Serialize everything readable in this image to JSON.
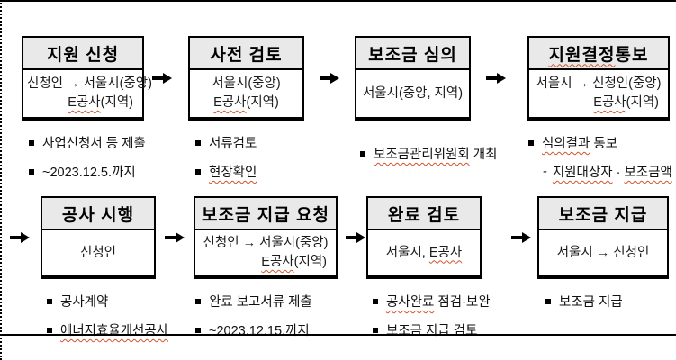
{
  "colors": {
    "box_header_bg": "#e9e9e9",
    "box_border": "#000000",
    "wavy_underline": "#cf5429",
    "page_bg": "#ffffff"
  },
  "icons": {
    "arrow_right_icon": "➔",
    "square_bullet_icon": "▪"
  },
  "row1": {
    "box1": {
      "title": "지원 신청",
      "body_line1": "신청인 → 서울시(중앙)",
      "body_line2_wavy": "E공사",
      "body_line2_rest": "(지역)",
      "bullets": {
        "b1": "사업신청서 등 제출",
        "b2": "~2023.12.5.까지"
      }
    },
    "box2": {
      "title": "사전 검토",
      "body_line1": "서울시(중앙)",
      "body_line2_wavy": "E공사",
      "body_line2_rest": "(지역)",
      "bullets": {
        "b1": "서류검토",
        "b2_wavy": "현장확인"
      }
    },
    "box3": {
      "title": "보조금 심의",
      "body_line1": "서울시(중앙, 지역)",
      "bullets": {
        "b1_wavy": "보조금관리위원회",
        "b1_rest": " 개최"
      }
    },
    "box4": {
      "title_wavy": "지원결정",
      "title_rest": " 통보",
      "body_line1": "서울시 → 신청인(중앙)",
      "body_line2_wavy": "E공사",
      "body_line2_rest": "(지역)",
      "bullets": {
        "b1_wavy": "심의결과",
        "b1_rest": " 통보",
        "sub_dash": "-",
        "sub_wavy1": "지원대상자",
        "sub_mid": " · ",
        "sub_wavy2": "보조금액"
      }
    }
  },
  "row2": {
    "box1": {
      "title": "공사 시행",
      "body_line1": "신청인",
      "bullets": {
        "b1": "공사계약",
        "b2_wavy": "에너지효율개선공사"
      }
    },
    "box2": {
      "title": "보조금 지급 요청",
      "body_line1": "신청인 → 서울시(중앙)",
      "body_line2_wavy": "E공사",
      "body_line2_rest": "(지역)",
      "bullets": {
        "b1": "완료 보고서류 제출",
        "b2": "~2023.12.15.까지"
      }
    },
    "box3": {
      "title": "완료 검토",
      "body_line1_pre": "서울시, ",
      "body_line1_wavy": "E공사",
      "bullets": {
        "b1_wavy": "공사완료",
        "b1_rest": " 점검·보완",
        "b2": "보조금 지급 검토"
      }
    },
    "box4": {
      "title": "보조금 지급",
      "body_line1": "서울시 → 신청인",
      "bullets": {
        "b1": "보조금 지급"
      }
    }
  }
}
